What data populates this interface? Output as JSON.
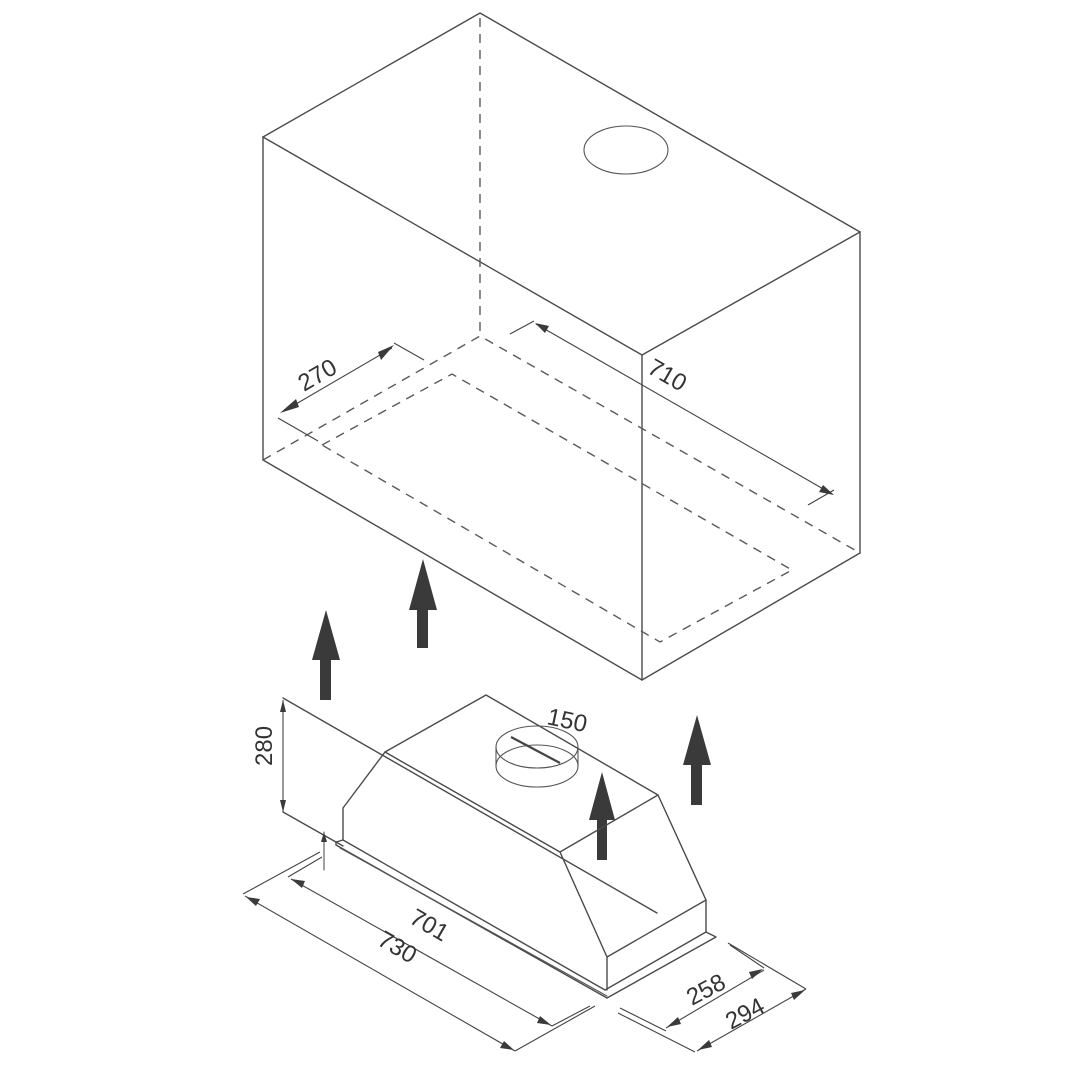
{
  "figure": {
    "subject": "Built-in cooker hood installation into wall cabinet",
    "units": "mm"
  },
  "cabinet": {
    "cutout_depth": "270",
    "cutout_width": "710",
    "duct_hole": "duct-hole-ellipse"
  },
  "hood": {
    "height": "280",
    "outlet_diameter": "150",
    "inner_width": "701",
    "outer_width": "730",
    "inner_depth": "258",
    "outer_depth": "294"
  },
  "arrows": {
    "count": 4,
    "direction": "up",
    "meaning": "insert-upward"
  },
  "colors": {
    "line": "#4a4a4a",
    "arrow": "#3a3a3a",
    "background": "#ffffff"
  }
}
